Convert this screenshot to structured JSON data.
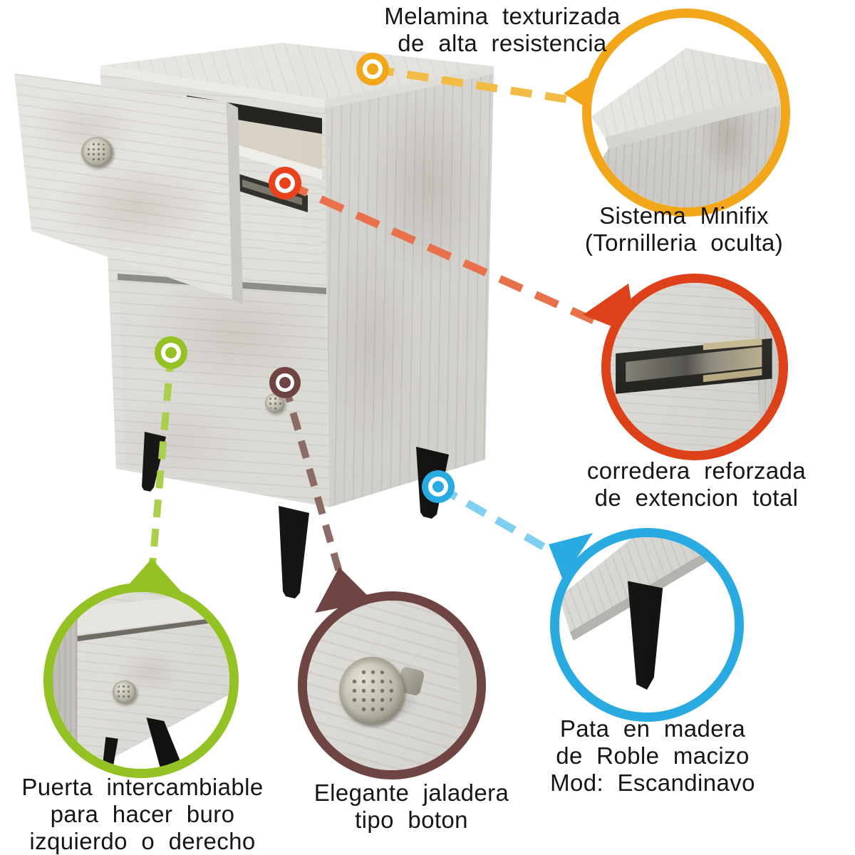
{
  "annotations": {
    "melamina": {
      "line1": "Melamina texturizada",
      "line2": "de alta resistencia",
      "color": "#F2A71B"
    },
    "minifix": {
      "line1": "Sistema Minifix",
      "line2": "(Tornilleria oculta)",
      "color": "#DD4119"
    },
    "corredera": {
      "line1": "corredera reforzada",
      "line2": "de extencion total",
      "color": "#DD4119"
    },
    "pata": {
      "line1": "Pata en madera",
      "line2": "de Roble macizo",
      "line3": "Mod: Escandinavo",
      "color": "#29ABE2"
    },
    "puerta": {
      "line1": "Puerta intercambiable",
      "line2": "para hacer buro",
      "line3": "izquierdo o derecho",
      "color": "#94C123"
    },
    "jaladera": {
      "line1": "Elegante jaladera",
      "line2": "tipo boton",
      "color": "#6E4543"
    }
  },
  "colors": {
    "amber": "#F2A71B",
    "red": "#DD4119",
    "green": "#94C123",
    "brown": "#6E4543",
    "blue": "#29ABE2",
    "text": "#161616"
  }
}
